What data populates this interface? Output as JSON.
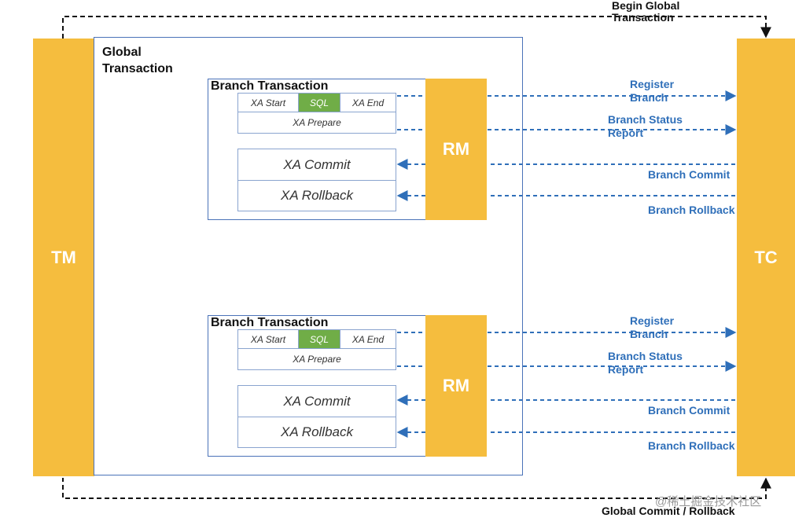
{
  "tm": {
    "label": "TM"
  },
  "tc": {
    "label": "TC"
  },
  "global": {
    "label_line1": "Global",
    "label_line2": "Transaction"
  },
  "begin": {
    "line1": "Begin Global",
    "line2": "Transaction"
  },
  "end_label": "Global Commit / Rollback",
  "branches": [
    {
      "title": "Branch Transaction",
      "xa_start": "XA Start",
      "sql": "SQL",
      "xa_end": "XA End",
      "xa_prepare": "XA Prepare",
      "xa_commit": "XA Commit",
      "xa_rollback": "XA Rollback",
      "rm": "RM",
      "register_l1": "Register",
      "register_l2": "Branch",
      "status_l1": "Branch Status",
      "status_l2": "Report",
      "commit": "Branch Commit",
      "rollback": "Branch Rollback"
    },
    {
      "title": "Branch Transaction",
      "xa_start": "XA Start",
      "sql": "SQL",
      "xa_end": "XA End",
      "xa_prepare": "XA Prepare",
      "xa_commit": "XA Commit",
      "xa_rollback": "XA Rollback",
      "rm": "RM",
      "register_l1": "Register",
      "register_l2": "Branch",
      "status_l1": "Branch Status",
      "status_l2": "Report",
      "commit": "Branch Commit",
      "rollback": "Branch Rollback"
    }
  ],
  "watermark": "@稀土掘金技术社区",
  "colors": {
    "bar": "#f5bd3e",
    "sql": "#70ad47",
    "arrow": "#2f6fb9",
    "border": "#4a72b8"
  }
}
